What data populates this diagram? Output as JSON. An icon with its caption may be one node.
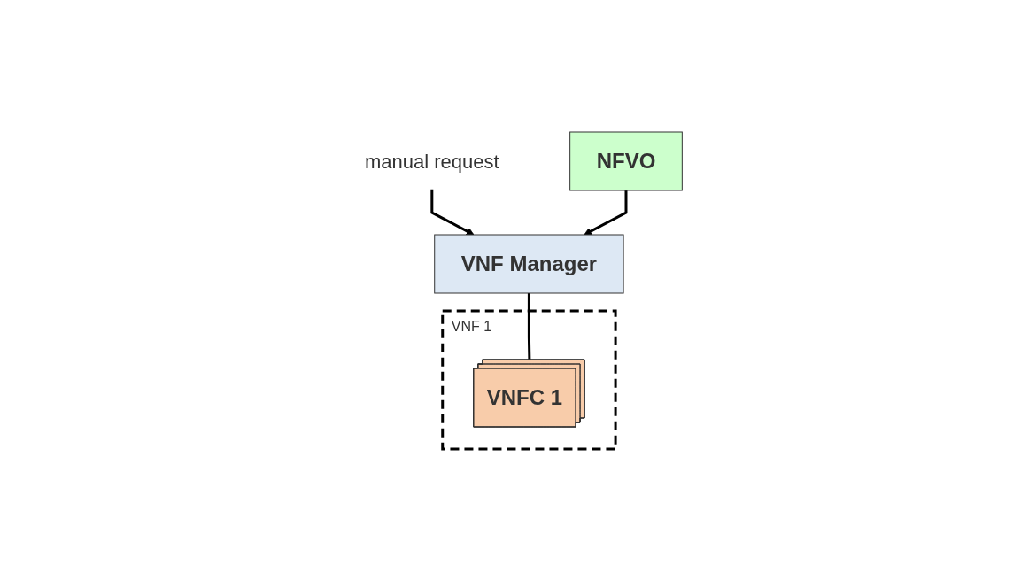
{
  "diagram": {
    "nodes": [
      {
        "text": [
          "manual request"
        ]
      },
      {
        "text": [
          "NFVO"
        ]
      },
      {
        "text": [
          "VNF Manager"
        ]
      },
      {
        "text": [
          "VNF 1"
        ]
      },
      {
        "text": [
          "VNFC 1"
        ],
        "in": 3
      }
    ],
    "edges": [
      {
        "from": 0,
        "to": 2,
        "arrow": "to"
      },
      {
        "from": 1,
        "to": 2,
        "arrow": "to"
      },
      {
        "from": 2,
        "to": 4,
        "arrow": "none"
      }
    ]
  }
}
